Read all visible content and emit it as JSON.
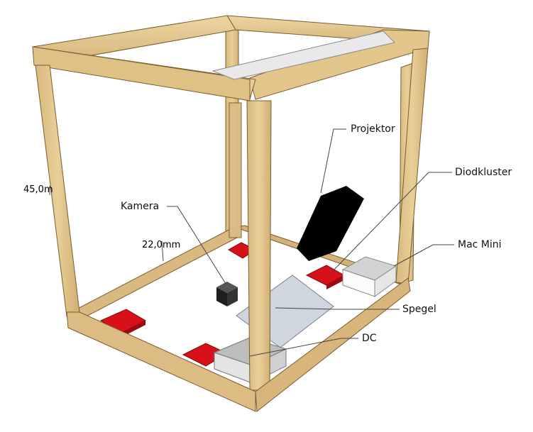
{
  "labels": {
    "projektor": "Projektor",
    "diodkluster": "Diodkluster",
    "kamera": "Kamera",
    "mac_mini": "Mac Mini",
    "spegel": "Spegel",
    "dc": "DC"
  },
  "dimensions": {
    "frame_height": "45,0m",
    "foot_height": "22,0mm"
  },
  "colors": {
    "wood": "#e3c78e",
    "wood_dark": "#c9a66b",
    "wood_edge": "#8a6a3a",
    "red_pad": "#d8101a",
    "red_dark": "#9a0a10",
    "projector": "#000000",
    "grey_box": "#c8c8c8",
    "white_box": "#fafafa",
    "mirror": "#cfd6df",
    "camera": "#2a2a2a"
  }
}
